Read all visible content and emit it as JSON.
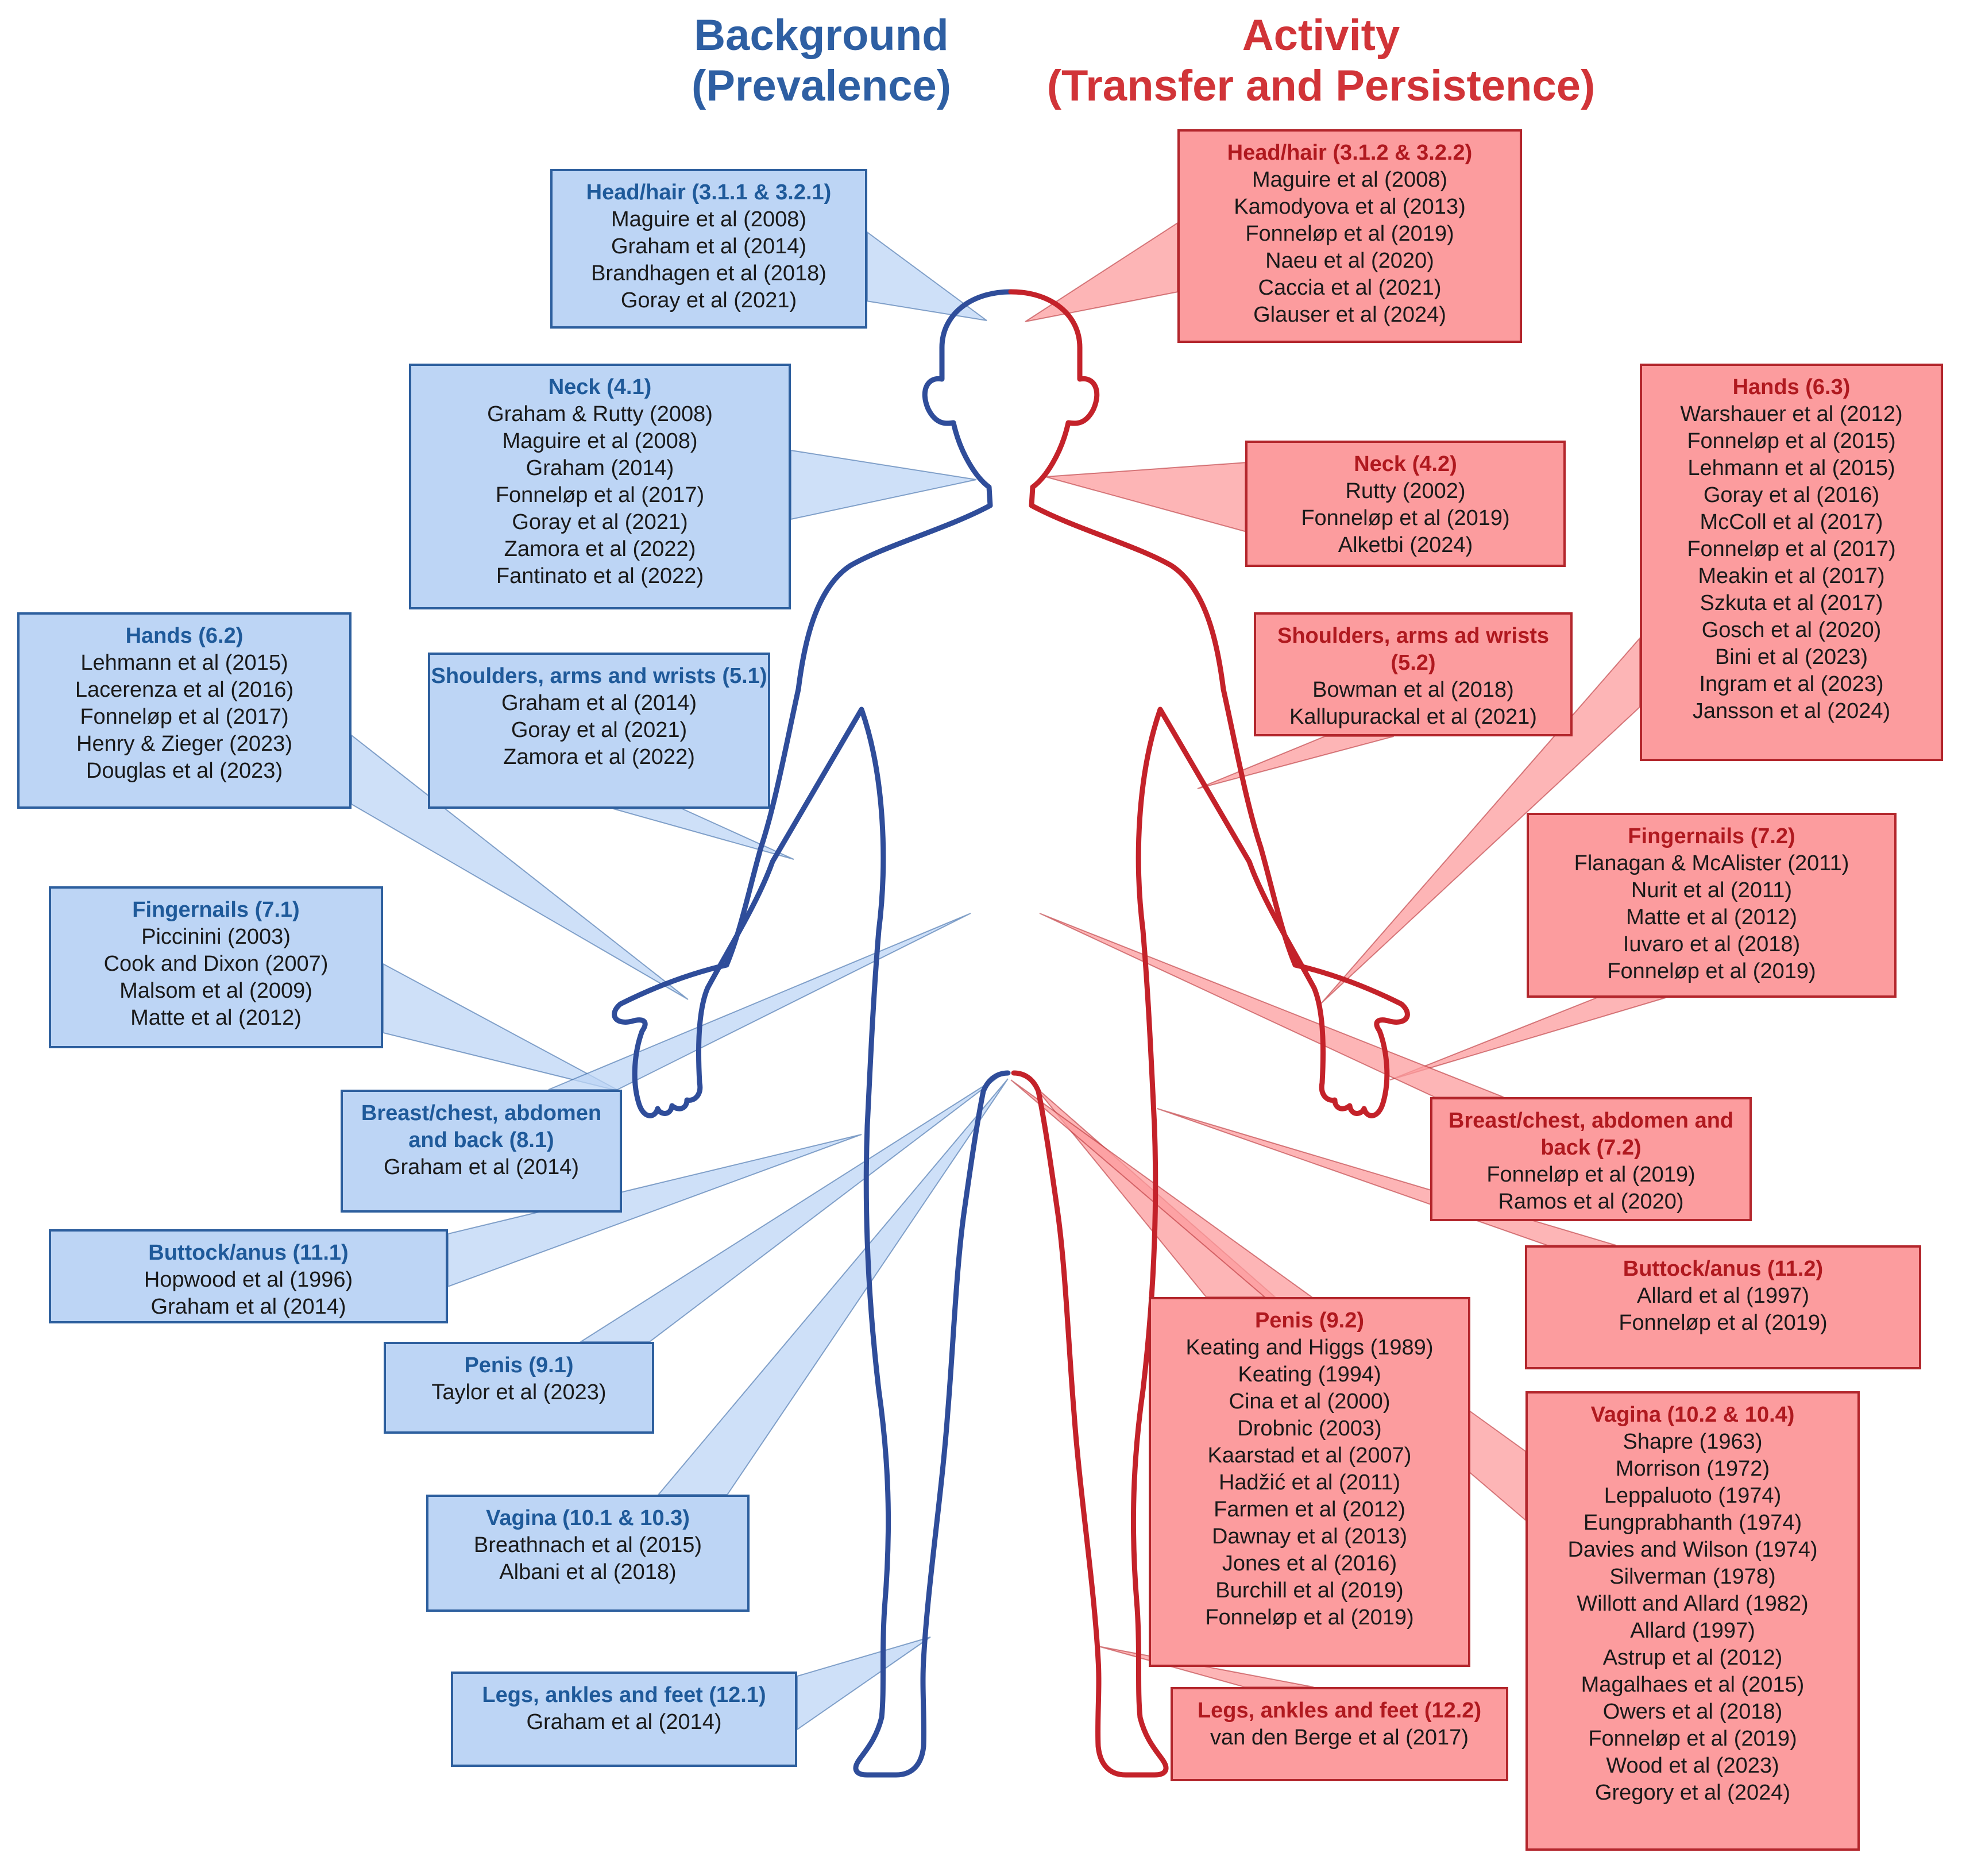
{
  "headers": {
    "background": {
      "line1": "Background",
      "line2": "(Prevalence)"
    },
    "activity": {
      "line1": "Activity",
      "line2": "(Transfer and Persistence)"
    }
  },
  "colors": {
    "background_box_fill": "#BDD5F5",
    "background_border": "#2D5F9E",
    "background_text": "#2E5FA3",
    "activity_box_fill": "#FC9C9E",
    "activity_border": "#B3262C",
    "activity_text": "#D13438",
    "body_outline_left": "#2F4D9A",
    "body_outline_right": "#C4222A"
  },
  "background": [
    {
      "title": "Head/hair (3.1.1 & 3.2.1)",
      "refs": [
        "Maguire et al (2008)",
        "Graham et al (2014)",
        "Brandhagen et al (2018)",
        "Goray et al (2021)"
      ]
    },
    {
      "title": "Neck (4.1)",
      "refs": [
        "Graham & Rutty (2008)",
        "Maguire et al (2008)",
        "Graham (2014)",
        "Fonneløp et al (2017)",
        "Goray et al (2021)",
        "Zamora et al (2022)",
        "Fantinato et al (2022)"
      ]
    },
    {
      "title": "Hands (6.2)",
      "refs": [
        "Lehmann et al (2015)",
        "Lacerenza et al (2016)",
        "Fonneløp et al (2017)",
        "Henry & Zieger (2023)",
        "Douglas et al (2023)"
      ]
    },
    {
      "title": "Shoulders, arms and wrists (5.1)",
      "refs": [
        "Graham et al (2014)",
        "Goray et al (2021)",
        "Zamora et al (2022)"
      ]
    },
    {
      "title": "Fingernails (7.1)",
      "refs": [
        "Piccinini (2003)",
        "Cook and Dixon (2007)",
        "Malsom et al (2009)",
        "Matte et al (2012)"
      ]
    },
    {
      "title": "Breast/chest, abdomen and back (8.1)",
      "refs": [
        "Graham et al (2014)"
      ]
    },
    {
      "title": "Buttock/anus (11.1)",
      "refs": [
        "Hopwood et al (1996)",
        "Graham et al (2014)"
      ]
    },
    {
      "title": "Penis (9.1)",
      "refs": [
        "Taylor et al (2023)"
      ]
    },
    {
      "title": "Vagina (10.1 & 10.3)",
      "refs": [
        "Breathnach et al (2015)",
        "Albani et al (2018)"
      ]
    },
    {
      "title": "Legs, ankles and feet (12.1)",
      "refs": [
        "Graham et al (2014)"
      ]
    }
  ],
  "activity": [
    {
      "title": "Head/hair (3.1.2 & 3.2.2)",
      "refs": [
        "Maguire et al (2008)",
        "Kamodyova et al (2013)",
        "Fonneløp et al (2019)",
        "Naeu et al (2020)",
        "Caccia et al (2021)",
        "Glauser et al (2024)"
      ]
    },
    {
      "title": "Neck (4.2)",
      "refs": [
        "Rutty (2002)",
        "Fonneløp et al (2019)",
        "Alketbi (2024)"
      ]
    },
    {
      "title": "Shoulders, arms ad wrists (5.2)",
      "refs": [
        "Bowman et al (2018)",
        "Kallupurackal et al (2021)"
      ]
    },
    {
      "title": "Hands (6.3)",
      "refs": [
        "Warshauer et al (2012)",
        "Fonneløp et al (2015)",
        "Lehmann et al (2015)",
        "Goray et al (2016)",
        "McColl et al (2017)",
        "Fonneløp et al (2017)",
        "Meakin et al (2017)",
        "Szkuta et al (2017)",
        "Gosch et al (2020)",
        "Bini et al (2023)",
        "Ingram et al (2023)",
        "Jansson et al (2024)"
      ]
    },
    {
      "title": "Fingernails (7.2)",
      "refs": [
        "Flanagan & McAlister (2011)",
        "Nurit et al (2011)",
        "Matte et al (2012)",
        "Iuvaro et al (2018)",
        "Fonneløp et al (2019)"
      ]
    },
    {
      "title": "Breast/chest, abdomen and back (7.2)",
      "refs": [
        "Fonneløp et al (2019)",
        "Ramos et al (2020)"
      ]
    },
    {
      "title": "Buttock/anus (11.2)",
      "refs": [
        "Allard et al (1997)",
        "Fonneløp et al (2019)"
      ]
    },
    {
      "title": "Penis (9.2)",
      "refs": [
        "Keating and Higgs (1989)",
        "Keating (1994)",
        "Cina et al (2000)",
        "Drobnic (2003)",
        "Kaarstad et al (2007)",
        "Hadžić et al (2011)",
        "Farmen et al (2012)",
        "Dawnay et al (2013)",
        "Jones et al (2016)",
        "Burchill et al (2019)",
        "Fonneløp et al (2019)"
      ]
    },
    {
      "title": "Vagina (10.2 & 10.4)",
      "refs": [
        "Shapre (1963)",
        "Morrison (1972)",
        "Leppaluoto (1974)",
        "Eungprabhanth (1974)",
        "Davies and Wilson (1974)",
        "Silverman (1978)",
        "Willott and Allard (1982)",
        "Allard (1997)",
        "Astrup et al (2012)",
        "Magalhaes et al (2015)",
        "Owers et al (2018)",
        "Fonneløp et al (2019)",
        "Wood et al (2023)",
        "Gregory et al (2024)"
      ]
    },
    {
      "title": "Legs, ankles and feet (12.2)",
      "refs": [
        "van den Berge et al (2017)"
      ]
    }
  ]
}
